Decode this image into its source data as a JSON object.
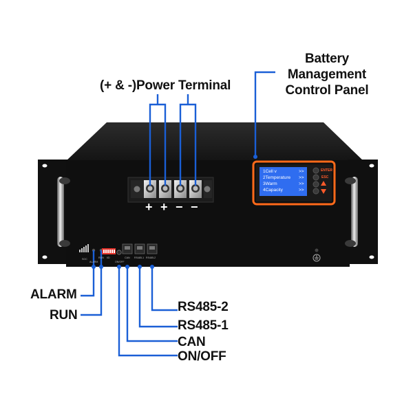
{
  "callouts": {
    "power_terminal": "(+ & -)Power Terminal",
    "bms_line1": "Battery",
    "bms_line2": "Management",
    "bms_line3": "Control Panel",
    "alarm": "ALARM",
    "run": "RUN",
    "rs485_2": "RS485-2",
    "rs485_1": "RS485-1",
    "can": "CAN",
    "on_off": "ON/OFF"
  },
  "terminal_signs": [
    "+",
    "+",
    "−",
    "−"
  ],
  "lcd": {
    "lines": [
      "1Cell v",
      "2Temperature",
      "3Warm",
      "4Capacity"
    ],
    "arrow": ">>"
  },
  "buttons": {
    "enter": "ENTER",
    "esc": "ESC"
  },
  "panel_labels": {
    "soc": "SOC",
    "alarm": "ALARM",
    "run": "RUN",
    "id": "I/D",
    "on_off": "ON/OFF",
    "can": "CAN",
    "rs485_1": "RS485-1",
    "rs485_2": "RS485-2"
  },
  "colors": {
    "leader": "#1a5fd6",
    "bms_highlight": "#ff6a1a",
    "lcd": "#2f6df0",
    "chassis": "#111111"
  }
}
